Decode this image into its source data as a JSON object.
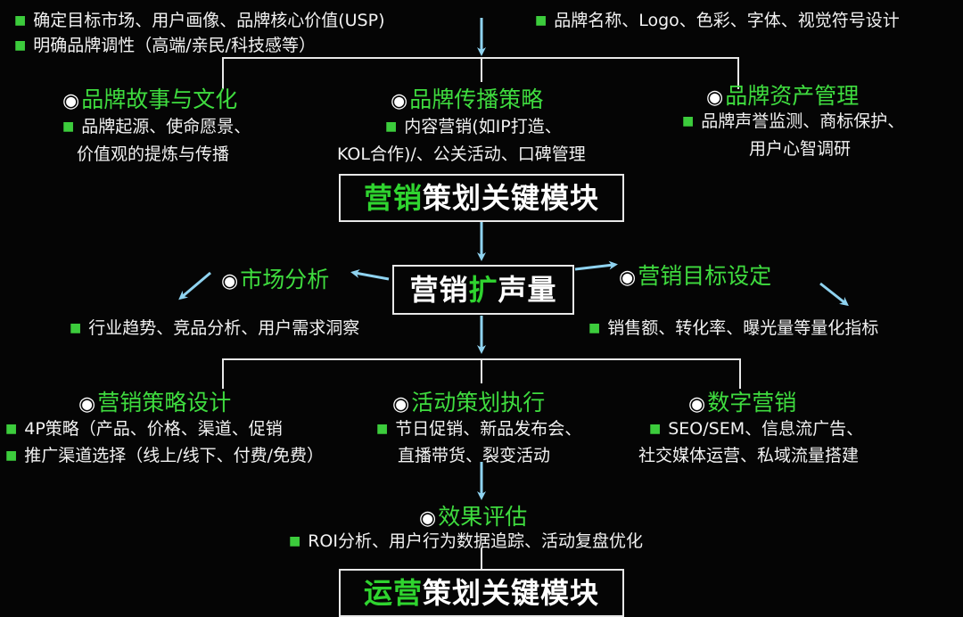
{
  "top_left": {
    "bullets": [
      "确定目标市场、用户画像、品牌核心价值(USP)",
      "明确品牌调性（高端/亲民/科技感等）"
    ]
  },
  "top_right": {
    "bullets": [
      "品牌名称、Logo、色彩、字体、视觉符号设计"
    ]
  },
  "brand_story": {
    "title": "品牌故事与文化",
    "line1": "品牌起源、使命愿景、",
    "line2": "价值观的提炼与传播"
  },
  "brand_communication": {
    "title": "品牌传播策略",
    "line1": "内容营销(如IP打造、",
    "line2": "KOL合作)/、公关活动、口碑管理"
  },
  "brand_asset": {
    "title": "品牌资产管理",
    "line1": "品牌声誉监测、商标保护、",
    "line2": "用户心智调研"
  },
  "module_box": {
    "green": "营销",
    "white": "策划关键模块"
  },
  "center_box": {
    "white1": "营销",
    "green": "扩",
    "white2": "声量"
  },
  "market_analysis": {
    "title": "市场分析",
    "bullet": "行业趋势、竞品分析、用户需求洞察"
  },
  "marketing_goal": {
    "title": "营销目标设定",
    "bullet": "销售额、转化率、曝光量等量化指标"
  },
  "strategy_design": {
    "title": "营销策略设计",
    "bullet1": "4P策略（产品、价格、渠道、促销",
    "bullet2": "推广渠道选择（线上/线下、付费/免费）"
  },
  "activity_planning": {
    "title": "活动策划执行",
    "line1": "节日促销、新品发布会、",
    "line2": "直播带货、裂变活动"
  },
  "digital_marketing": {
    "title": "数字营销",
    "line1": "SEO/SEM、信息流广告、",
    "line2": "社交媒体运营、私域流量搭建"
  },
  "effect_evaluation": {
    "title": "效果评估",
    "bullet": "ROI分析、用户行为数据追踪、活动复盘优化"
  },
  "bottom_box": {
    "green": "运营",
    "white": "策划关键模块"
  },
  "colors": {
    "background": "#050505",
    "accent_green": "#3fdc3f",
    "arrow_blue": "#8fd3f0",
    "line": "#e8e8e8"
  }
}
